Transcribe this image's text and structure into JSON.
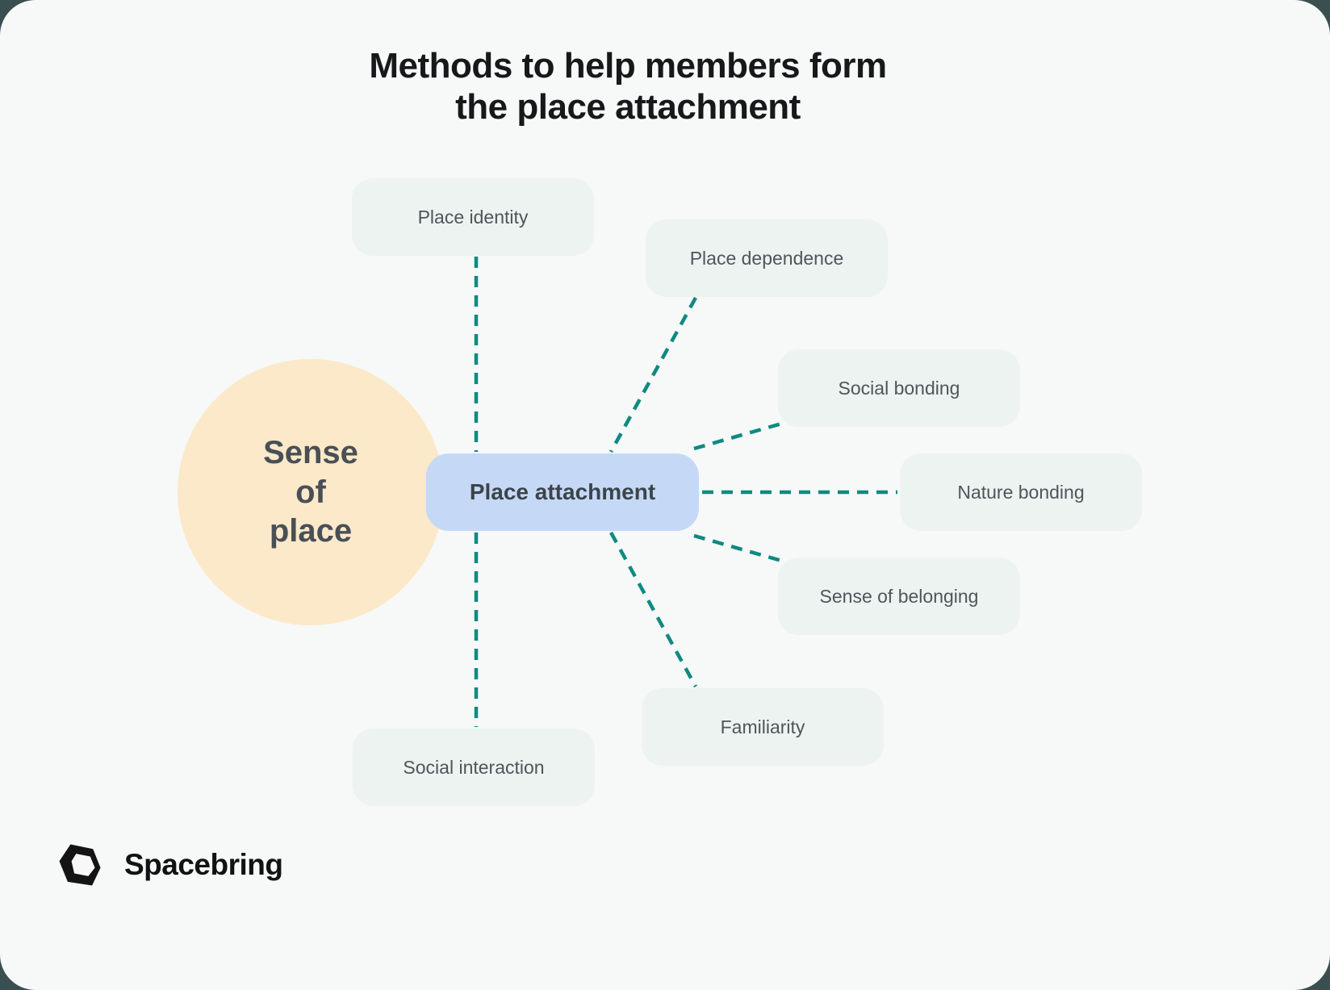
{
  "page": {
    "title_line1": "Methods to help members form",
    "title_line2": "the place attachment",
    "background_color": "#3a4f50",
    "card_color": "#f7f8f8"
  },
  "diagram": {
    "center_node": {
      "label": "Place attachment",
      "color": "#c5d9f7"
    },
    "context_circle": {
      "lines": [
        "Sense",
        "of",
        "place"
      ],
      "color": "#fbe9c9"
    },
    "node_color": "#edf3f0",
    "connector_color": "#0f8a80",
    "nodes": [
      {
        "id": "place-identity",
        "label": "Place identity"
      },
      {
        "id": "place-dependence",
        "label": "Place dependence"
      },
      {
        "id": "social-bonding",
        "label": "Social bonding"
      },
      {
        "id": "nature-bonding",
        "label": "Nature bonding"
      },
      {
        "id": "sense-of-belonging",
        "label": "Sense of belonging"
      },
      {
        "id": "familiarity",
        "label": "Familiarity"
      },
      {
        "id": "social-interaction",
        "label": "Social interaction"
      }
    ],
    "connections": [
      {
        "from": "Place attachment",
        "to": "Place identity"
      },
      {
        "from": "Place attachment",
        "to": "Place dependence"
      },
      {
        "from": "Place attachment",
        "to": "Social bonding"
      },
      {
        "from": "Place attachment",
        "to": "Nature bonding"
      },
      {
        "from": "Place attachment",
        "to": "Sense of belonging"
      },
      {
        "from": "Place attachment",
        "to": "Familiarity"
      },
      {
        "from": "Place attachment",
        "to": "Social interaction"
      }
    ]
  },
  "footer": {
    "brand_name": "Spacebring"
  }
}
